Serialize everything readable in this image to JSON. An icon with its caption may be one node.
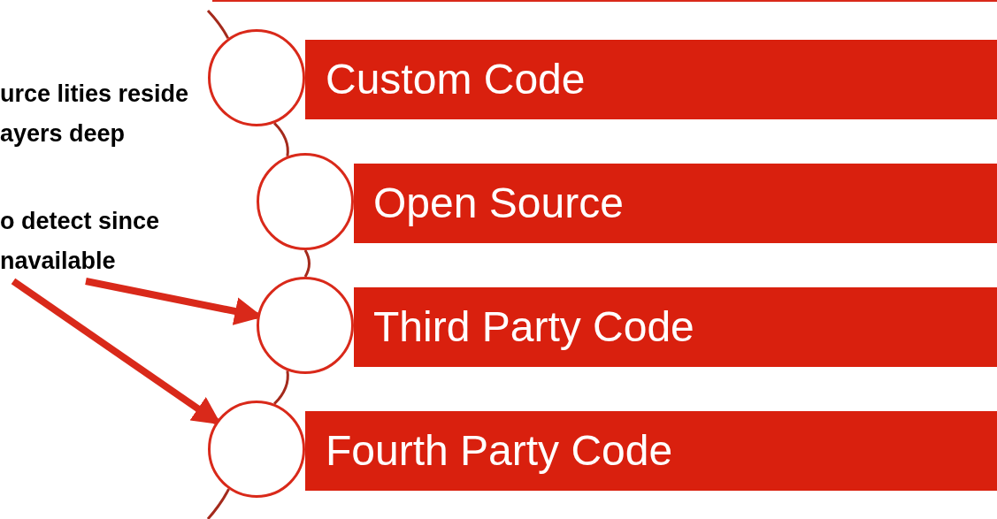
{
  "diagram": {
    "nodes": [
      {
        "text": [
          "urce lities reside ayers deep"
        ]
      },
      {
        "text": [
          "o detect since navailable"
        ]
      },
      {
        "text": [],
        "shape": "circle"
      },
      {
        "text": [
          "Custom Code"
        ]
      },
      {
        "text": [],
        "shape": "circle"
      },
      {
        "text": [
          "Open Source"
        ]
      },
      {
        "text": [],
        "shape": "circle"
      },
      {
        "text": [
          "Third Party Code"
        ]
      },
      {
        "text": [],
        "shape": "circle"
      },
      {
        "text": [
          "Fourth Party Code"
        ]
      }
    ],
    "edges": [
      {
        "from": null,
        "to": 2,
        "arrow": "none"
      },
      {
        "from": 2,
        "to": 4,
        "arrow": "none"
      },
      {
        "from": 4,
        "to": 6,
        "arrow": "none"
      },
      {
        "from": 6,
        "to": 8,
        "arrow": "none"
      },
      {
        "from": 8,
        "to": null,
        "arrow": "none"
      },
      {
        "from": 1,
        "to": 6,
        "arrow": "to",
        "style": "thick",
        "color": "#d9291a"
      },
      {
        "from": 1,
        "to": 8,
        "arrow": "to",
        "style": "thick",
        "color": "#d9291a"
      }
    ]
  }
}
